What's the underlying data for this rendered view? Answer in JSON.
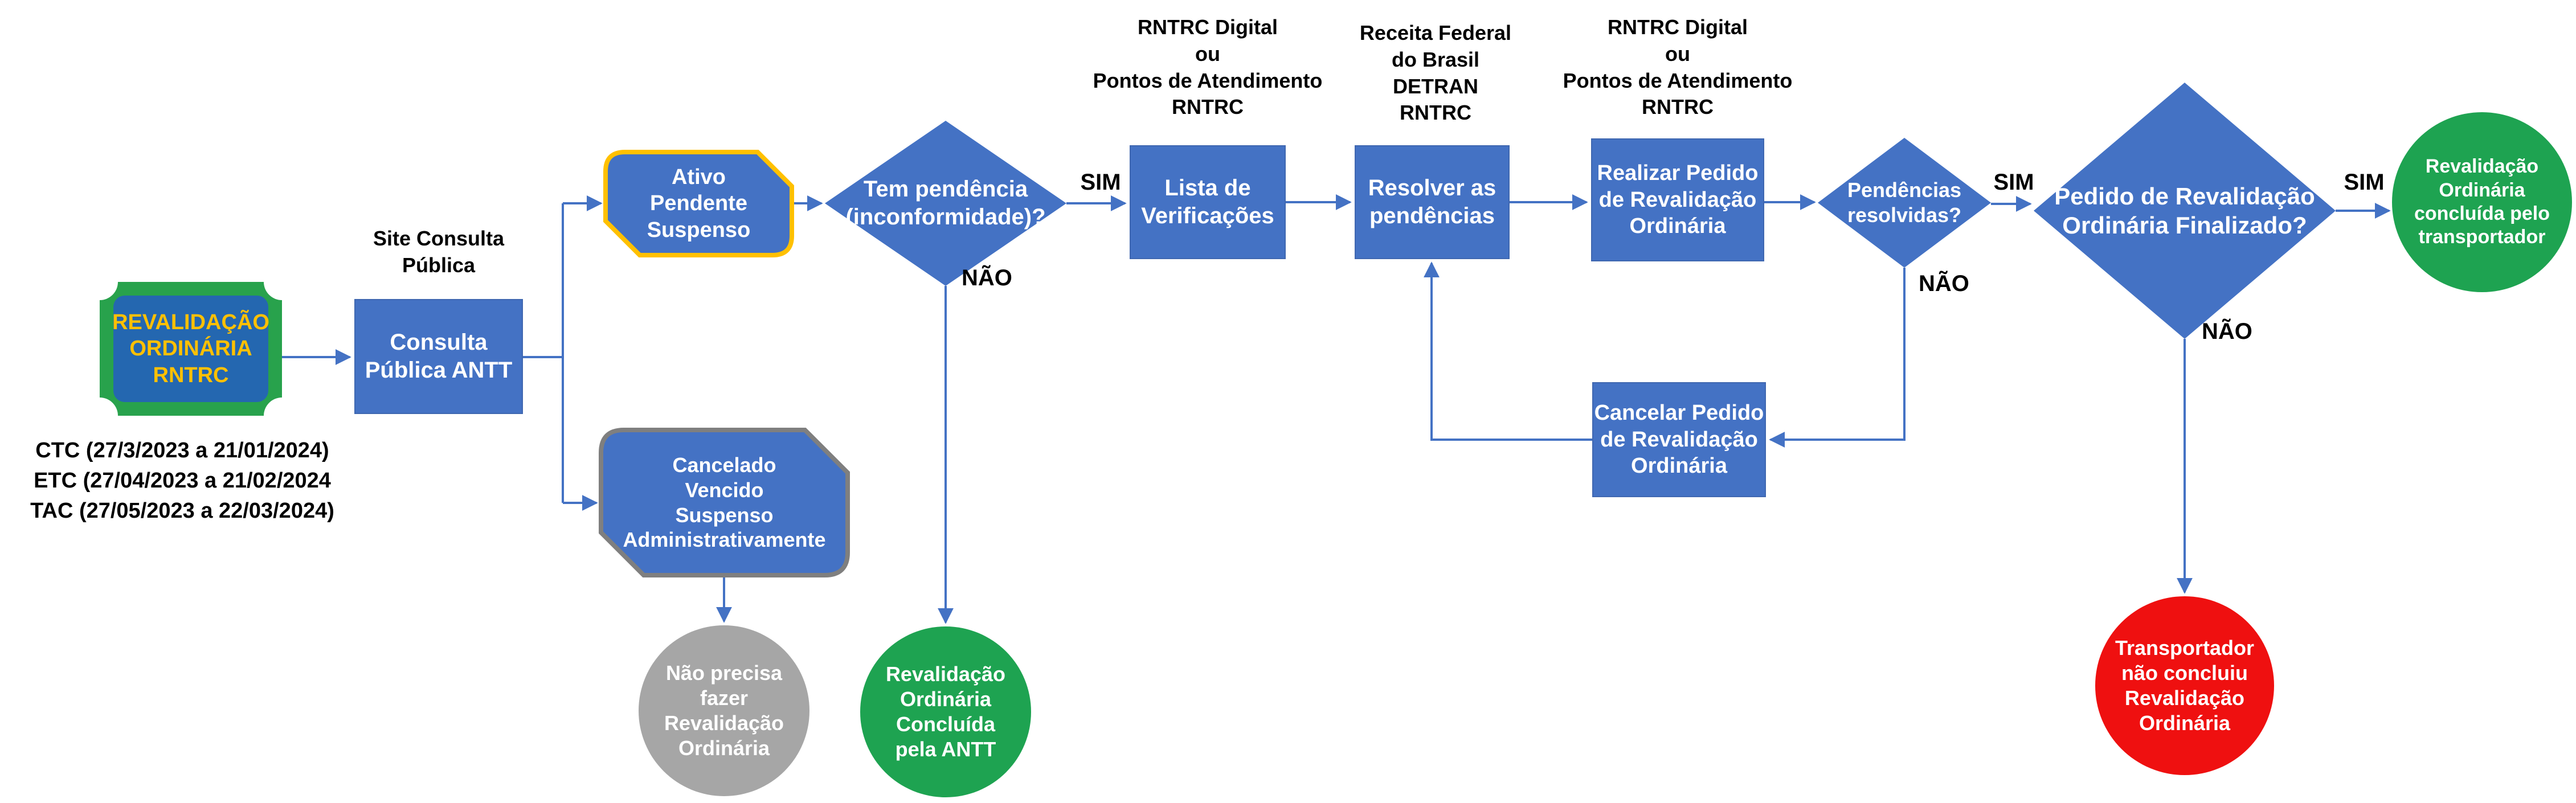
{
  "flowchart": {
    "badge": {
      "label": "REVALIDAÇÃO\nORDINÁRIA\nRNTRC"
    },
    "validity_note": "CTC (27/3/2023 a 21/01/2024)\nETC (27/04/2023 a 21/02/2024\nTAC (27/05/2023 a 22/03/2024)",
    "captions": {
      "site_consulta": "Site Consulta\nPública",
      "canais_lista": "RNTRC Digital\nou\nPontos de Atendimento\nRNTRC",
      "orgaos_resolver": "Receita Federal\ndo Brasil\nDETRAN\nRNTRC",
      "canais_realizar": "RNTRC Digital\nou\nPontos de Atendimento\nRNTRC"
    },
    "nodes": {
      "consulta": {
        "label": "Consulta\nPública ANTT"
      },
      "ativo": {
        "label": "Ativo\nPendente\nSuspenso"
      },
      "cancelado": {
        "label": "Cancelado\nVencido\nSuspenso\nAdministrativamente"
      },
      "nao_precisa": {
        "label": "Não precisa\nfazer\nRevalidação\nOrdinária"
      },
      "tem_pendencia": {
        "label": "Tem pendência\n(inconformidade)?"
      },
      "concluida_antt": {
        "label": "Revalidação\nOrdinária\nConcluída\npela ANTT"
      },
      "lista": {
        "label": "Lista de\nVerificações"
      },
      "resolver": {
        "label": "Resolver as\npendências"
      },
      "realizar": {
        "label": "Realizar Pedido\nde Revalidação\nOrdinária"
      },
      "pendencias_resolvidas": {
        "label": "Pendências\nresolvidas?"
      },
      "cancelar": {
        "label": "Cancelar Pedido\nde Revalidação\nOrdinária"
      },
      "finalizado": {
        "label": "Pedido de Revalidação\nOrdinária Finalizado?"
      },
      "concluida_transportador": {
        "label": "Revalidação\nOrdinária\nconcluída pelo\ntransportador"
      },
      "nao_concluiu": {
        "label": "Transportador\nnão concluiu\nRevalidação\nOrdinária"
      }
    },
    "edge_labels": {
      "sim1": "SIM",
      "nao1": "NÃO",
      "sim2": "SIM",
      "nao2": "NÃO",
      "sim3": "SIM",
      "nao3": "NÃO"
    },
    "colors": {
      "process_blue": "#4472C4",
      "connector_blue": "#4472C4",
      "badge_green": "#28A24C",
      "badge_inner_blue": "#2467B0",
      "badge_text_yellow": "#FFC000",
      "highlight_yellow_border": "#FFC000",
      "gray_border": "#7F7F7F",
      "gray_circle": "#A6A6A6",
      "terminal_green": "#1EA351",
      "terminal_red": "#EF1010",
      "label_black": "#000000"
    }
  }
}
